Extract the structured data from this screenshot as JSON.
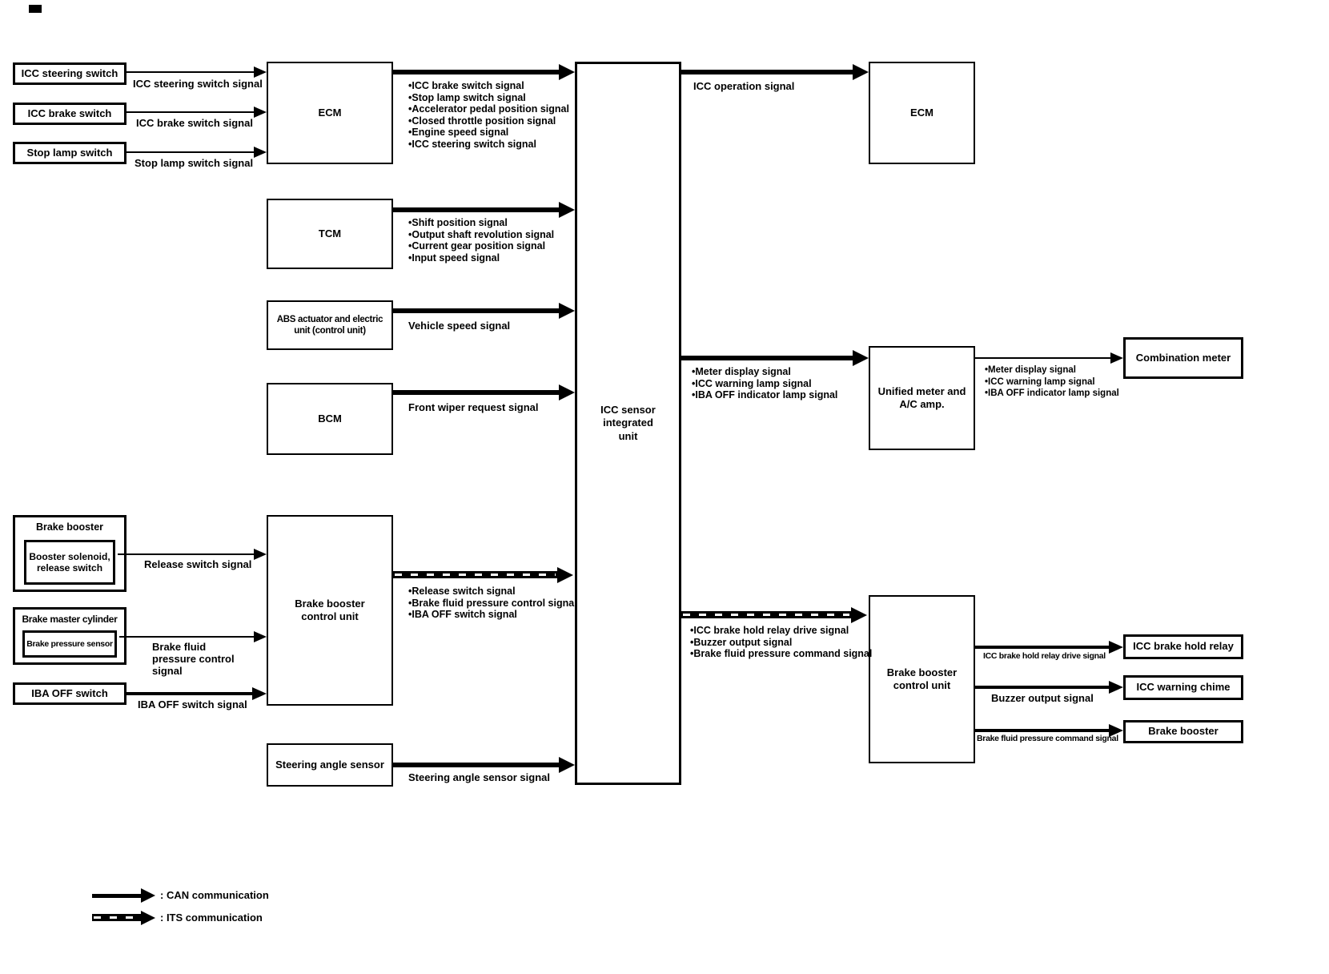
{
  "boxes": {
    "icc_steering_switch": "ICC steering switch",
    "icc_brake_switch": "ICC brake switch",
    "stop_lamp_switch": "Stop lamp switch",
    "ecm_left": "ECM",
    "tcm": "TCM",
    "abs_unit": "ABS actuator and electric unit (control unit)",
    "bcm": "BCM",
    "brake_booster_left": "Brake booster",
    "booster_solenoid": "Booster solenoid, release switch",
    "brake_master_cylinder": "Brake master cylinder",
    "brake_pressure_sensor": "Brake pressure sensor",
    "iba_off_switch": "IBA OFF switch",
    "bbcu_left": "Brake booster control unit",
    "steering_angle_sensor": "Steering angle sensor",
    "icc_unit": "ICC sensor integrated unit",
    "ecm_right": "ECM",
    "unified_meter": "Unified meter and A/C amp.",
    "combination_meter": "Combination meter",
    "bbcu_right": "Brake booster control unit",
    "icc_brake_hold_relay": "ICC brake hold relay",
    "icc_warning_chime": "ICC warning chime",
    "brake_booster_right": "Brake booster"
  },
  "labels": {
    "icc_steering_switch_signal": "ICC steering switch signal",
    "icc_brake_switch_signal": "ICC brake switch signal",
    "stop_lamp_switch_signal": "Stop lamp switch signal",
    "vehicle_speed_signal": "Vehicle speed signal",
    "front_wiper_request_signal": "Front wiper request signal",
    "release_switch_signal": "Release switch signal",
    "brake_fluid_pressure_control_signal": "Brake fluid pressure control signal",
    "iba_off_switch_signal": "IBA OFF switch signal",
    "steering_angle_sensor_signal": "Steering angle sensor signal",
    "icc_operation_signal": "ICC operation signal",
    "icc_brake_hold_relay_drive_signal": "ICC brake hold relay drive signal",
    "buzzer_output_signal": "Buzzer output signal",
    "brake_fluid_pressure_command_signal": "Brake fluid pressure command signal"
  },
  "bullets": {
    "ecm_to_icc": [
      "•ICC brake switch signal",
      "•Stop lamp switch signal",
      "•Accelerator pedal position signal",
      "•Closed throttle position signal",
      "•Engine speed signal",
      "•ICC steering switch signal"
    ],
    "tcm_to_icc": [
      "•Shift position signal",
      "•Output shaft revolution signal",
      "•Current gear position signal",
      "•Input speed signal"
    ],
    "bbcu_to_icc": [
      "•Release switch signal",
      "•Brake fluid pressure control signal",
      "•IBA OFF switch signal"
    ],
    "icc_to_meter": [
      "•Meter display signal",
      "•ICC warning lamp signal",
      "•IBA OFF indicator lamp signal"
    ],
    "meter_to_combi": [
      "•Meter display signal",
      "•ICC warning lamp signal",
      "•IBA OFF indicator lamp signal"
    ],
    "icc_to_bbcu": [
      "•ICC brake hold relay drive signal",
      "•Buzzer output signal",
      "•Brake fluid pressure command signal"
    ]
  },
  "legend": {
    "can": ": CAN communication",
    "its": ": ITS communication"
  }
}
